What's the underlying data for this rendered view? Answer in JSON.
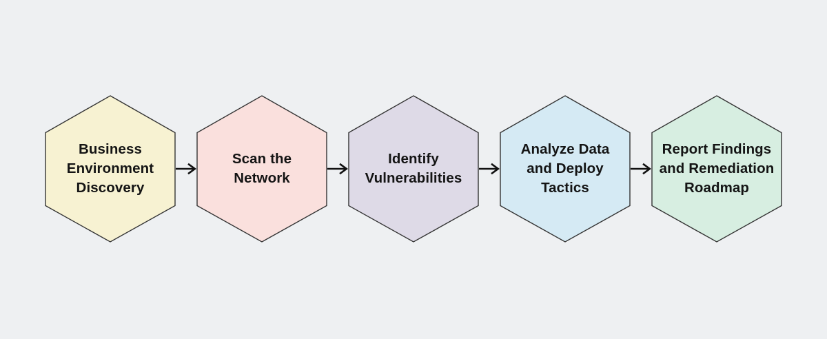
{
  "canvas": {
    "background": "#eef0f2"
  },
  "diagram": {
    "type": "flowchart",
    "direction": "left-to-right",
    "connector": {
      "style": "open-chevron-arrow",
      "color": "#111111"
    },
    "text_color": "#141414",
    "node_shape": "hexagon",
    "nodes": [
      {
        "id": "business-environment-discovery",
        "label": "Business Environment Discovery",
        "lines": [
          "Business",
          "Environment",
          "Discovery"
        ],
        "fill": "#f7f2d2"
      },
      {
        "id": "scan-the-network",
        "label": "Scan the Network",
        "lines": [
          "Scan the",
          "Network"
        ],
        "fill": "#fae0dd"
      },
      {
        "id": "identify-vulnerabilities",
        "label": "Identify Vulnerabilities",
        "lines": [
          "Identify",
          "Vulnerabilities"
        ],
        "fill": "#dedae7"
      },
      {
        "id": "analyze-data-and-deploy-tactics",
        "label": "Analyze Data and Deploy Tactics",
        "lines": [
          "Analyze Data",
          "and Deploy",
          "Tactics"
        ],
        "fill": "#d5eaf4"
      },
      {
        "id": "report-findings-and-remediation-roadmap",
        "label": "Report Findings and Remediation Roadmap",
        "lines": [
          "Report Findings",
          "and Remediation",
          "Roadmap"
        ],
        "fill": "#d7eee1"
      }
    ],
    "edges": [
      {
        "from": "business-environment-discovery",
        "to": "scan-the-network"
      },
      {
        "from": "scan-the-network",
        "to": "identify-vulnerabilities"
      },
      {
        "from": "identify-vulnerabilities",
        "to": "analyze-data-and-deploy-tactics"
      },
      {
        "from": "analyze-data-and-deploy-tactics",
        "to": "report-findings-and-remediation-roadmap"
      }
    ]
  }
}
